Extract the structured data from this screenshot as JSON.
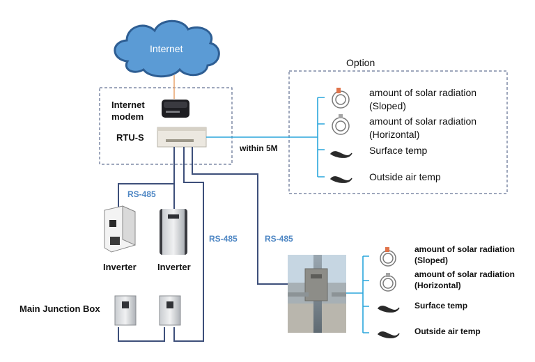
{
  "cloud": {
    "label": "Internet"
  },
  "site": {
    "modem_label": "Internet\nmodem",
    "rtu_label": "RTU-S",
    "distance_label": "within 5M",
    "inverter_labels": [
      "Inverter",
      "Inverter"
    ],
    "junction_label": "Main Junction Box",
    "rs485_labels": [
      "RS-485",
      "RS-485",
      "RS-485"
    ]
  },
  "option_panel": {
    "title": "Option",
    "sensors": [
      {
        "line1": "amount of solar radiation",
        "line2": "(Sloped)"
      },
      {
        "line1": "amount of solar radiation",
        "line2": "(Horizontal)"
      },
      {
        "line1": "Surface temp",
        "line2": ""
      },
      {
        "line1": "Outside air temp",
        "line2": ""
      }
    ]
  },
  "field_panel": {
    "sensors": [
      {
        "line1": "amount of solar radiation",
        "line2": "(Sloped)"
      },
      {
        "line1": "amount of solar radiation",
        "line2": "(Horizontal)"
      },
      {
        "line1": "Surface temp",
        "line2": ""
      },
      {
        "line1": "Outside air temp",
        "line2": ""
      }
    ]
  },
  "colors": {
    "line_navy": "#3d4f7a",
    "line_cyan": "#2aa6dc",
    "label_blue": "#4f87c4",
    "cloud_fill": "#5b9bd5",
    "cloud_stroke": "#2e5e93"
  }
}
